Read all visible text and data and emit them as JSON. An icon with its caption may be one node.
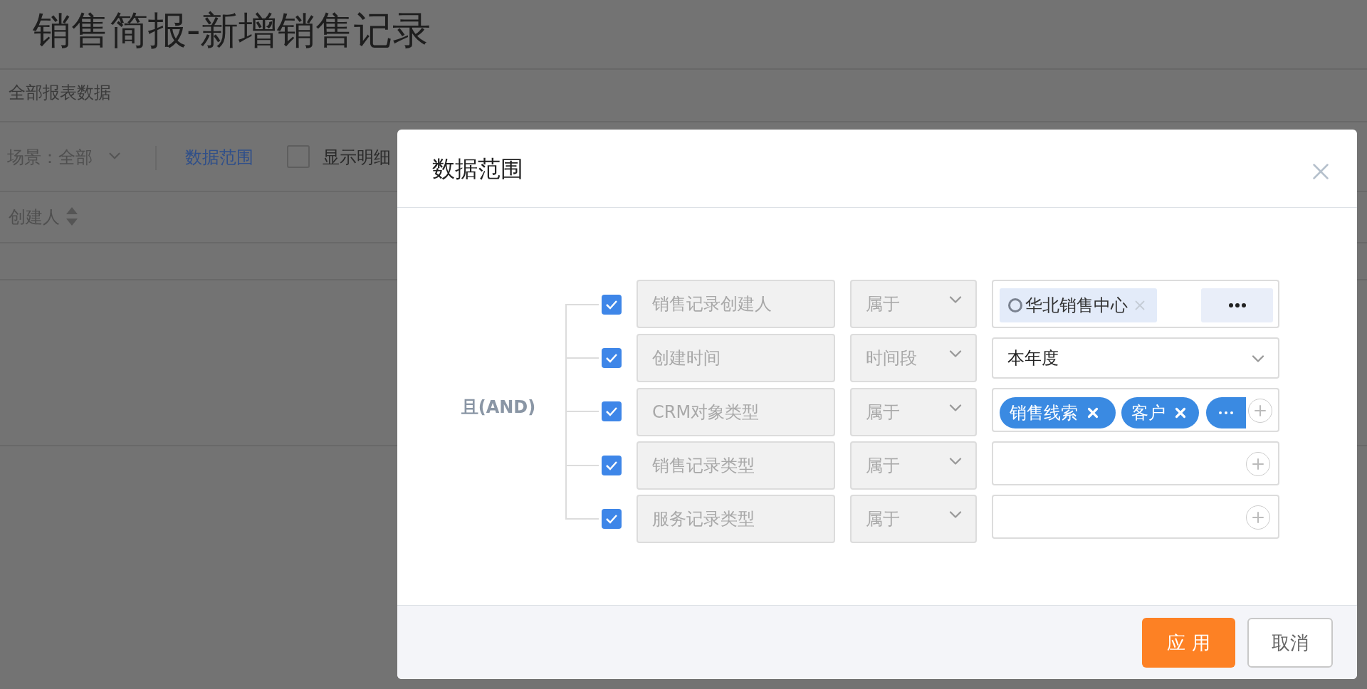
{
  "diagram": {
    "title": "销售简报-新增销售记录",
    "nodes": [
      {
        "text": [
          "数据范围"
        ]
      },
      {
        "text": [
          "且(AND)"
        ],
        "in": 0
      },
      {
        "text": [],
        "shape": "box",
        "in": 0
      },
      {
        "text": [
          "销售记录创建人"
        ],
        "in": 0
      },
      {
        "text": [
          "属于"
        ],
        "in": 0
      },
      {
        "text": [],
        "shape": "box",
        "in": 0
      },
      {
        "text": [
          "华北销售中心"
        ],
        "in": 5
      },
      {
        "text": [],
        "shape": "box",
        "in": 5
      },
      {
        "text": [],
        "shape": "box",
        "in": 0
      },
      {
        "text": [
          "创建时间"
        ],
        "in": 0
      },
      {
        "text": [
          "时间段"
        ],
        "in": 0
      },
      {
        "text": [
          "本年度"
        ],
        "in": 0
      },
      {
        "text": [],
        "shape": "box",
        "in": 0
      },
      {
        "text": [
          "CRM对象类型"
        ],
        "in": 0
      },
      {
        "text": [
          "属于"
        ],
        "in": 0
      },
      {
        "text": [],
        "shape": "box",
        "in": 0
      },
      {
        "text": [
          "销售线索"
        ],
        "in": 15
      },
      {
        "text": [
          "客户"
        ],
        "in": 15
      },
      {
        "text": [],
        "shape": "box",
        "in": 15
      },
      {
        "text": [],
        "shape": "box",
        "in": 0
      },
      {
        "text": [
          "销售记录类型"
        ],
        "in": 0
      },
      {
        "text": [
          "属于"
        ],
        "in": 0
      },
      {
        "text": [],
        "shape": "box",
        "in": 0
      },
      {
        "text": [],
        "shape": "box",
        "in": 0
      },
      {
        "text": [
          "服务记录类型"
        ],
        "in": 0
      },
      {
        "text": [
          "属于"
        ],
        "in": 0
      },
      {
        "text": [],
        "shape": "box",
        "in": 0
      },
      {
        "text": [
          "应 用"
        ],
        "in": 0
      },
      {
        "text": [
          "取消"
        ],
        "in": 0
      }
    ],
    "edges": [
      {
        "from": 1,
        "to": 2,
        "arrow": "none"
      },
      {
        "from": 1,
        "to": 8,
        "arrow": "none"
      },
      {
        "from": 1,
        "to": 12,
        "arrow": "none"
      },
      {
        "from": 1,
        "to": 19,
        "arrow": "none"
      },
      {
        "from": 1,
        "to": 23,
        "arrow": "none"
      }
    ],
    "labels": [
      "全部报表数据",
      "场景：全部",
      "数据范围",
      "显示明细",
      "创建人"
    ]
  }
}
